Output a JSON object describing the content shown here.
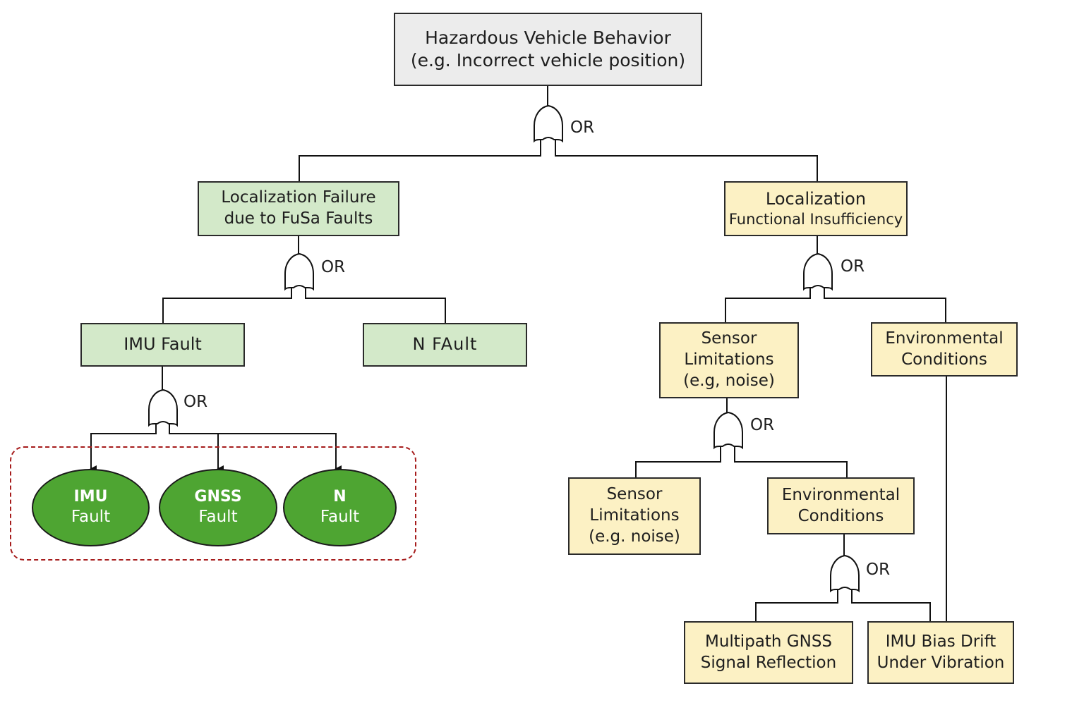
{
  "title_node": {
    "line1": "Hazardous Vehicle Behavior",
    "line2": "(e.g. Incorrect vehicle position)"
  },
  "gate_label": "OR",
  "left_branch": {
    "node": {
      "line1": "Localization Failure",
      "line2": "due to FuSa Faults"
    },
    "children": [
      {
        "label": "IMU Fault"
      },
      {
        "label": "N FAult"
      }
    ],
    "basic_events": [
      {
        "line1": "IMU",
        "line2": "Fault"
      },
      {
        "line1": "GNSS",
        "line2": "Fault"
      },
      {
        "line1": "N",
        "line2": "Fault"
      }
    ]
  },
  "right_branch": {
    "node": {
      "line1": "Localization",
      "line2": "Functional Insufficiency"
    },
    "sensor_limitations": {
      "line1": "Sensor",
      "line2": "Limitations",
      "line3": "(e.g, noise)"
    },
    "environmental_conditions": {
      "line1": "Environmental",
      "line2": "Conditions"
    },
    "sensor_limitations_2": {
      "line1": "Sensor",
      "line2": "Limitations",
      "line3": "(e.g. noise)"
    },
    "environmental_conditions_2": {
      "line1": "Environmental",
      "line2": "Conditions"
    },
    "multipath": {
      "line1": "Multipath GNSS",
      "line2": "Signal Reflection"
    },
    "imu_bias": {
      "line1": "IMU Bias Drift",
      "line2": "Under Vibration"
    }
  },
  "colors": {
    "top_fill": "#ececec",
    "fusa_fill": "#d3e9c9",
    "sotif_fill": "#fcf1c4",
    "basic_event_fill": "#4ea532",
    "group_border": "#a61c1c"
  }
}
